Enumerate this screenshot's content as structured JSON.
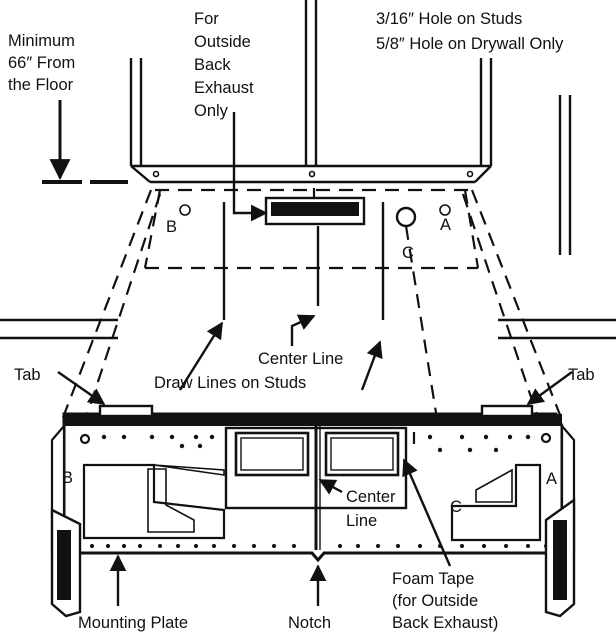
{
  "labels": {
    "minimum_height": [
      "Minimum",
      "66″ From",
      "the Floor"
    ],
    "outside_exhaust": [
      "For",
      "Outside",
      "Back",
      "Exhaust",
      "Only"
    ],
    "hole_studs": "3/16″ Hole on Studs",
    "hole_drywall": "5/8″ Hole on Drywall Only",
    "point_b": "B",
    "point_a": "A",
    "point_c": "C",
    "center_line_upper": "Center Line",
    "draw_lines": "Draw Lines on Studs",
    "tab": "Tab",
    "center_line_lower": [
      "Center",
      "Line"
    ],
    "mounting_plate": "Mounting Plate",
    "notch": "Notch",
    "foam_tape": [
      "Foam Tape",
      "(for Outside",
      "Back Exhaust)"
    ]
  }
}
